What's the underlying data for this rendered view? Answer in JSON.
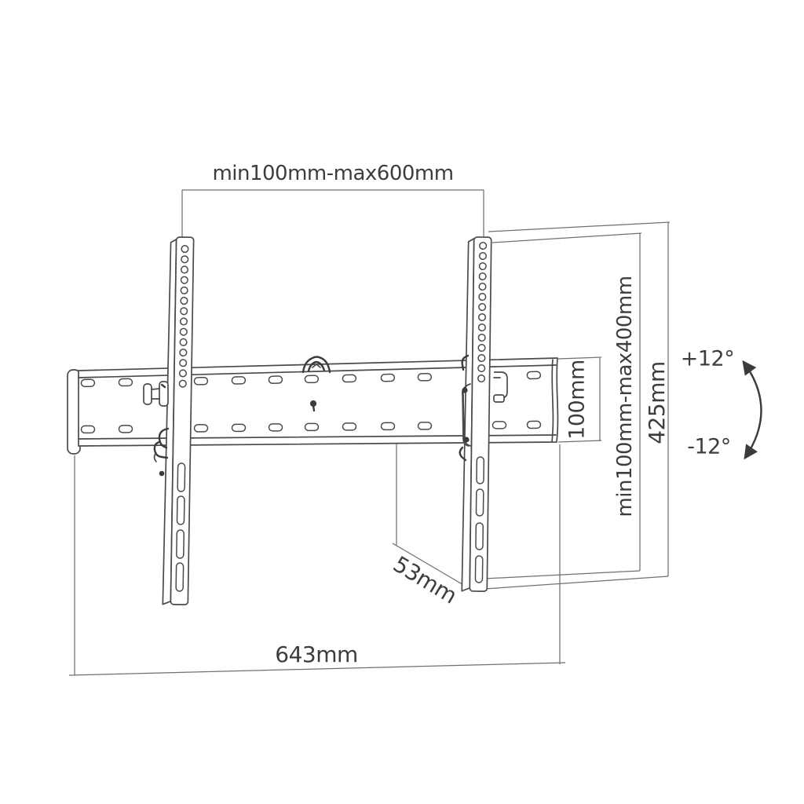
{
  "diagram": {
    "labels": {
      "wall_plate_span": "min100mm-max600mm",
      "vesa_vertical_range": "min100mm-max400mm",
      "bracket_height": "425mm",
      "vesa_hole_pitch": "100mm",
      "mount_depth": "53mm",
      "plate_width": "643mm",
      "tilt_up": "+12°",
      "tilt_down": "-12°"
    },
    "colors": {
      "line": "#4a4a4a",
      "dimension_line": "#707070",
      "text": "#3d3d3d",
      "background": "#ffffff"
    }
  }
}
